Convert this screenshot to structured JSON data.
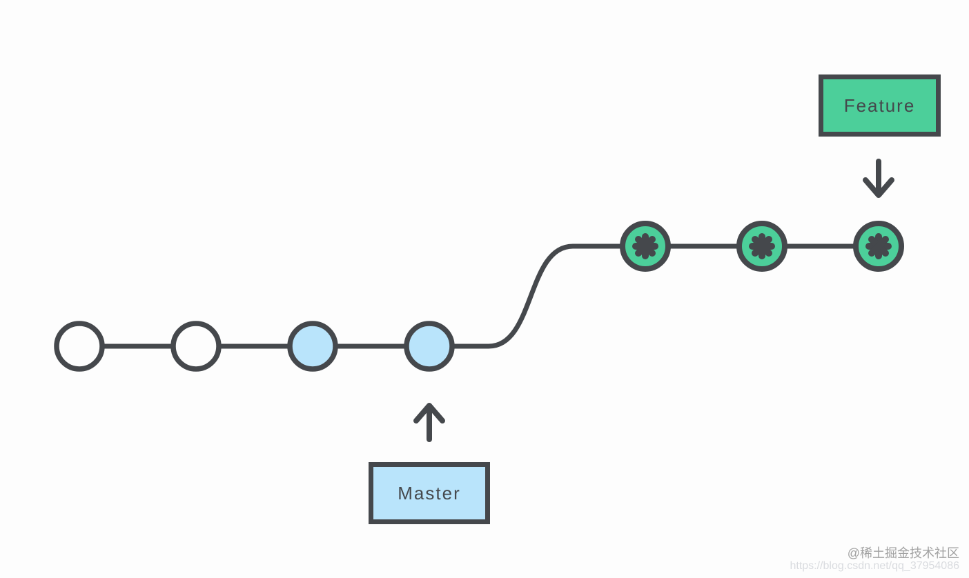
{
  "labels": {
    "feature": "Feature",
    "master": "Master"
  },
  "watermark": {
    "credit": "@稀土掘金技术社区",
    "url": "https://blog.csdn.net/qq_37954086"
  },
  "colors": {
    "dark": "#45484c",
    "green": "#4ccf9a",
    "blue": "#b9e4fb",
    "circle_white": "#fdfdfd",
    "background": "#fdfdfd",
    "watermark_gray": "#a2a2a2",
    "watermark_light": "#d9dbdf"
  },
  "diagram": {
    "type": "git-branch-diagram",
    "master_branch": {
      "label": "Master",
      "node_color": "#b9e4fb",
      "node_count": 4,
      "nodes": [
        "empty",
        "empty",
        "filled",
        "filled"
      ],
      "pointer": "up-arrow from Master label to last master commit"
    },
    "feature_branch": {
      "label": "Feature",
      "node_color": "#4ccf9a",
      "node_count": 3,
      "nodes": [
        "starred",
        "starred",
        "starred"
      ],
      "pointer": "down-arrow from Feature label toward last feature commit",
      "branches_from": "last master commit"
    }
  }
}
